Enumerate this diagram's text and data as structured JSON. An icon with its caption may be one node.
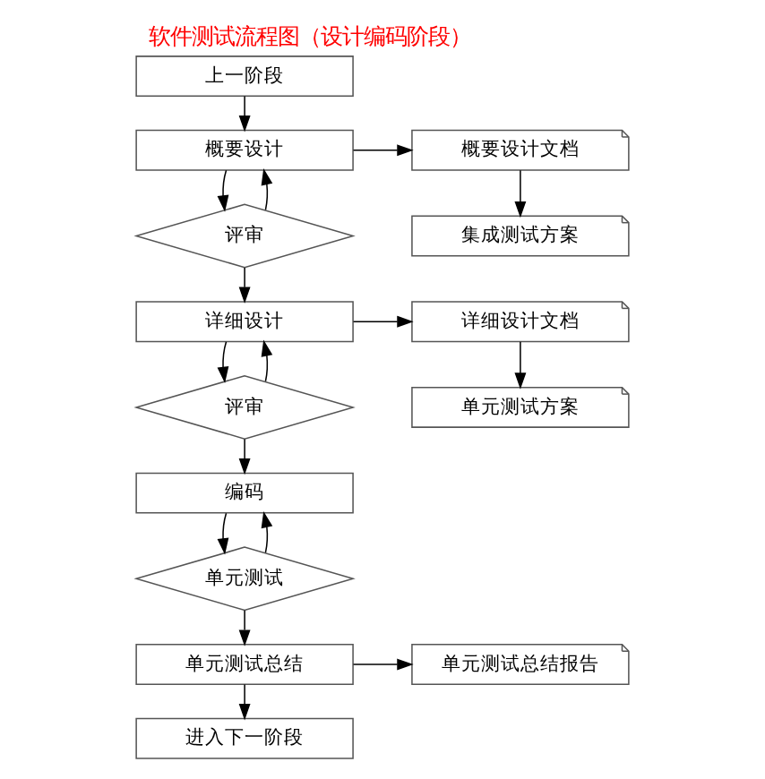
{
  "diagram": {
    "title": "软件测试流程图（设计编码阶段）",
    "nodes": [
      {
        "text": [
          "上一阶段"
        ]
      },
      {
        "text": [
          "概要设计"
        ]
      },
      {
        "text": [
          "评审"
        ]
      },
      {
        "text": [
          "详细设计"
        ]
      },
      {
        "text": [
          "评审"
        ]
      },
      {
        "text": [
          "编码"
        ]
      },
      {
        "text": [
          "单元测试"
        ]
      },
      {
        "text": [
          "单元测试总结"
        ]
      },
      {
        "text": [
          "进入下一阶段"
        ]
      },
      {
        "text": [
          "概要设计文档"
        ]
      },
      {
        "text": [
          "集成测试方案"
        ]
      },
      {
        "text": [
          "详细设计文档"
        ]
      },
      {
        "text": [
          "单元测试方案"
        ]
      },
      {
        "text": [
          "单元测试总结报告"
        ]
      }
    ],
    "edges": [
      {
        "from": 0,
        "to": 1,
        "arrow": "to"
      },
      {
        "from": 1,
        "to": 2,
        "arrow": "to"
      },
      {
        "from": 2,
        "to": 3,
        "arrow": "to"
      },
      {
        "from": 2,
        "to": 1,
        "arrow": "to"
      },
      {
        "from": 3,
        "to": 4,
        "arrow": "to"
      },
      {
        "from": 4,
        "to": 5,
        "arrow": "to"
      },
      {
        "from": 4,
        "to": 3,
        "arrow": "to"
      },
      {
        "from": 5,
        "to": 6,
        "arrow": "to"
      },
      {
        "from": 6,
        "to": 7,
        "arrow": "to"
      },
      {
        "from": 6,
        "to": 5,
        "arrow": "to"
      },
      {
        "from": 7,
        "to": 8,
        "arrow": "to"
      },
      {
        "from": 1,
        "to": 9,
        "arrow": "to"
      },
      {
        "from": 9,
        "to": 10,
        "arrow": "to"
      },
      {
        "from": 3,
        "to": 11,
        "arrow": "to"
      },
      {
        "from": 11,
        "to": 12,
        "arrow": "to"
      },
      {
        "from": 7,
        "to": 13,
        "arrow": "to"
      }
    ]
  }
}
